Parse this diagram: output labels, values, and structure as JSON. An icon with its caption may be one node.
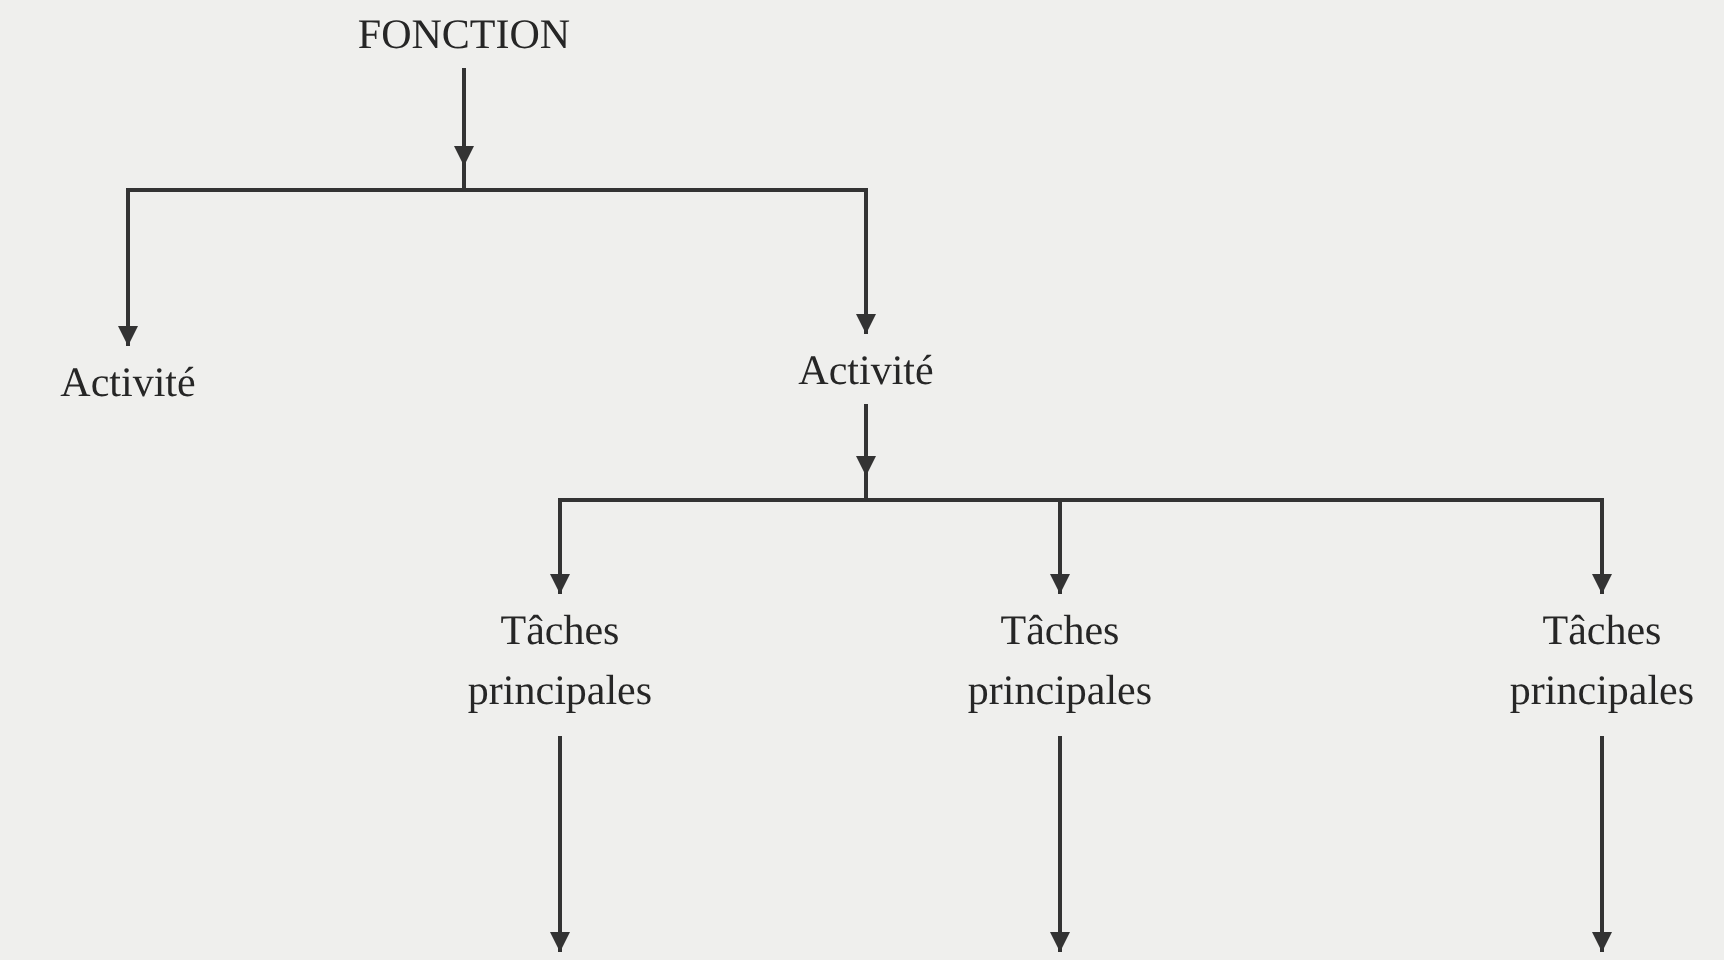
{
  "diagram": {
    "nodes": [
      {
        "text": [
          "FONCTION"
        ]
      },
      {
        "text": [
          "Activité"
        ]
      },
      {
        "text": [
          "Activité"
        ]
      },
      {
        "text": [
          "Tâches principales"
        ]
      },
      {
        "text": [
          "Tâches principales"
        ]
      },
      {
        "text": [
          "Tâches principales"
        ]
      }
    ],
    "edges": [
      {
        "from": 0,
        "to": 1,
        "arrow": "to"
      },
      {
        "from": 0,
        "to": 2,
        "arrow": "to"
      },
      {
        "from": 2,
        "to": 3,
        "arrow": "to"
      },
      {
        "from": 2,
        "to": 4,
        "arrow": "to"
      },
      {
        "from": 2,
        "to": 5,
        "arrow": "to"
      },
      {
        "from": 3,
        "to": null,
        "arrow": "to"
      },
      {
        "from": 4,
        "to": null,
        "arrow": "to"
      },
      {
        "from": 5,
        "to": null,
        "arrow": "to"
      }
    ]
  }
}
